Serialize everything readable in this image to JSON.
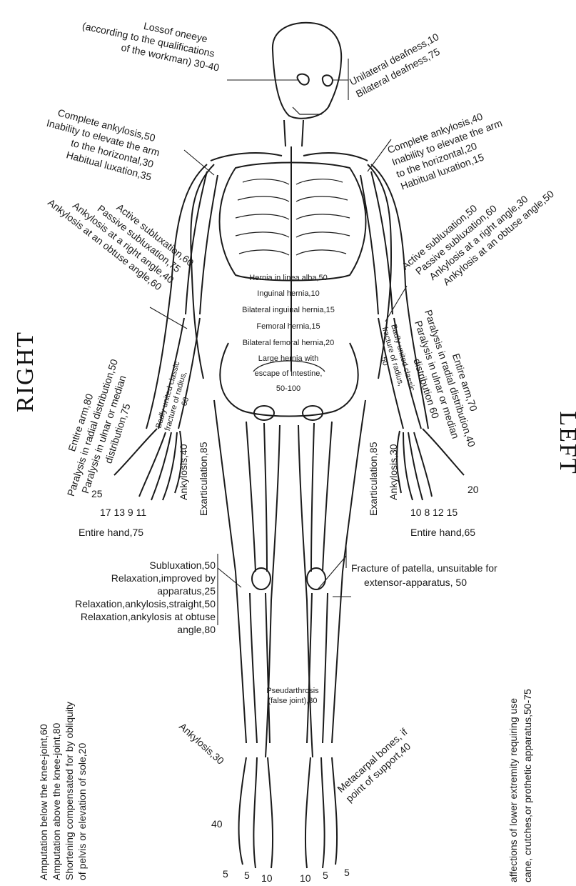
{
  "side_labels": {
    "right": "RIGHT",
    "left": "LEFT"
  },
  "head": {
    "eye": [
      "Lossof oneeye",
      "(according to the qualifications",
      "of the workman) 30-40"
    ],
    "deafness": [
      "Unilateral deafness,10",
      "Bilateral deafness,75"
    ]
  },
  "shoulder_right": [
    "Complete ankylosis,50",
    "Inability to elevate the arm",
    "to the horizontal,30",
    "Habitual luxation,35"
  ],
  "shoulder_left": [
    "Complete ankylosis,40",
    "Inability to elevate the arm",
    "to the horizontal,20",
    "Habitual luxation,15"
  ],
  "elbow_right": [
    "Active subluxation,60",
    "Passive subluxation,75",
    "Ankylosis at a right angle,40",
    "Ankylosis at an obtuse angle,60"
  ],
  "elbow_left": [
    "Active subluxation,50",
    "Passive subluxation,60",
    "Ankylosis at a right angle,30",
    "Ankylosis at an obtuse angle,50"
  ],
  "hernia": [
    "Hernia in linea alba,50",
    "Inguinal hernia,10",
    "Bilateral inguinal hernia,15",
    "Femoral hernia,15",
    "Bilateral femoral hernia,20",
    "Large hernia with",
    "escape of intestine,",
    "50-100"
  ],
  "radius_right": [
    "Badly united classic",
    "fracture of radius,",
    "60"
  ],
  "radius_left": [
    "Badly united classic",
    "fracture of radius,",
    "50"
  ],
  "arm_right": [
    "Entire arm,80",
    "Paralysis in radial distribution,50",
    "Paralysis in ulnar or median",
    "distribution,75"
  ],
  "arm_left": [
    "Entire arm,70",
    "Paralysis in radial distribution,40",
    "Paralysis in ulnar or median",
    "distribution 60"
  ],
  "wrist_right": {
    "ankylosis": "Ankylosis,40",
    "exarticulation": "Exarticulation,85"
  },
  "wrist_left": {
    "ankylosis": "Ankylosis,30",
    "exarticulation": "Exarticulation,85"
  },
  "fingers_right": {
    "thumb": "25",
    "others": "17 13 9 11",
    "entire_hand": "Entire hand,75"
  },
  "fingers_left": {
    "thumb": "20",
    "others": "10 8 12 15",
    "entire_hand": "Entire hand,65"
  },
  "knee_right": [
    "Subluxation,50",
    "Relaxation,improved by",
    "apparatus,25",
    "Relaxation,ankylosis,straight,50",
    "Relaxation,ankylosis at obtuse",
    "angle,80"
  ],
  "knee_left": [
    "Fracture of patella, unsuitable for",
    "extensor-apparatus, 50"
  ],
  "leg_right_vertical": [
    "Amputation below the knee-joint,60",
    "Amputation above the knee-joint,80",
    "Shortening compensated for by obliquity",
    "of pelvis or elevation of sole,20"
  ],
  "leg_left_vertical": [
    "affections of lower extremity requiring use",
    "cane, crutches,or prothetic apparatus,50-75"
  ],
  "pseudarthrosis": [
    "Pseudarthrosis",
    "(false joint),80"
  ],
  "ankle_right": "Ankylosis,30",
  "metacarpal": [
    "Metacarpal bones, if",
    "point of support,40"
  ],
  "toes_right": {
    "tarsal": "40",
    "little": "5",
    "middle": "5",
    "big": "10"
  },
  "toes_left": {
    "big": "10",
    "middle": "5",
    "little": "5"
  }
}
